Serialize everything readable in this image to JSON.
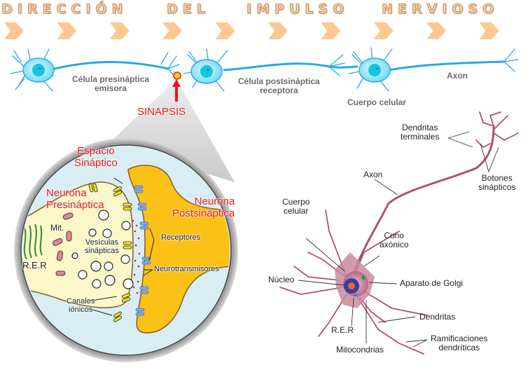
{
  "title": {
    "words": [
      "DIRECCIÓN",
      "DEL",
      "IMPULSO",
      "NERVIOSO"
    ]
  },
  "arrows": {
    "count": 10,
    "color": "#fdc792"
  },
  "top_chain": {
    "presynaptic_label_1": "Célula presináptica",
    "presynaptic_label_2": "emisora",
    "postsynaptic_label_1": "Célula postsináptica",
    "postsynaptic_label_2": "receptora",
    "cell_body_label": "Cuerpo celular",
    "axon_label": "Axon",
    "synapse_label": "SINAPSIS"
  },
  "synapse_detail": {
    "synaptic_space_1": "Espacio",
    "synaptic_space_2": "Sináptico",
    "presynaptic_1": "Neurona",
    "presynaptic_2": "Presináptica",
    "postsynaptic_1": "Neurona",
    "postsynaptic_2": "Postsináptica",
    "mitochondria": "Mit.",
    "vesicles_1": "Vesículas",
    "vesicles_2": "sinápticas",
    "rer": "R.E.R",
    "receptors": "Receptores",
    "neurotransmitters": "Neurotransmisores",
    "ion_channels_1": "Canales",
    "ion_channels_2": "iónicos"
  },
  "neuron_anatomy": {
    "terminal_dendrites_1": "Dendritas",
    "terminal_dendrites_2": "terminales",
    "axon": "Axon",
    "synaptic_buttons_1": "Botones",
    "synaptic_buttons_2": "sinápticos",
    "cell_body_1": "Cuerpo",
    "cell_body_2": "celular",
    "axon_hillock_1": "Cono",
    "axon_hillock_2": "axónico",
    "nucleus": "Núcleo",
    "golgi": "Aparato de Golgi",
    "dendrites": "Dendritas",
    "rer": "R.E.R",
    "mitochondria": "Mitocondrias",
    "dendritic_branches_1": "Ramificaciones",
    "dendritic_branches_2": "dendríticas"
  },
  "colors": {
    "title_fill": "#f7cfa3",
    "neuron_blue": "#2aa8e8",
    "soma_cyan": "#7ee4f5",
    "synapse_red": "#e8141c",
    "presynaptic_fill": "#fbf7c8",
    "postsynaptic_fill": "#fbc117",
    "neuron_pink": "#b0506e"
  }
}
